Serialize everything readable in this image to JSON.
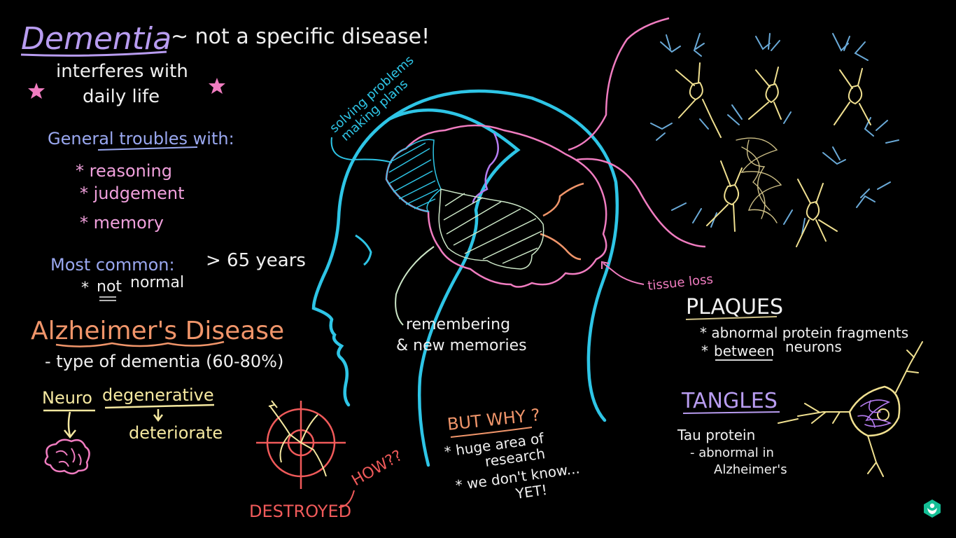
{
  "colors": {
    "lavender": "#b89cf0",
    "white": "#f0f0f0",
    "pink": "#f07cc0",
    "periwinkle": "#9aa8f0",
    "orange": "#f0956a",
    "yellow": "#f5e8a0",
    "cyan": "#2ec5e6",
    "mint": "#cde8c8",
    "red": "#f05a5a",
    "purple": "#b57cf0",
    "blue_dendrite": "#6aaad8",
    "neuron_yellow": "#f0e090",
    "ka_green": "#14bf96"
  },
  "left": {
    "dementia_title": "Dementia",
    "dementia_subtitle": "~ not a specific disease!",
    "interferes_line1": "interferes with",
    "interferes_line2": "daily life",
    "general_troubles": "General troubles with:",
    "troubles": [
      "* reasoning",
      "* judgement",
      "* memory"
    ],
    "most_common_label": "Most common:",
    "most_common_value": "> 65 years",
    "not_normal_star": "*",
    "not_normal_not": "not",
    "not_normal_rest": "normal",
    "alz_title": "Alzheimer's Disease",
    "alz_type": "- type of dementia (60-80%)",
    "neuro_word1": "Neuro",
    "neuro_word2": "degenerative",
    "deteriorate": "deteriorate"
  },
  "center": {
    "solving_line1": "solving problems",
    "solving_line2": "making plans",
    "remembering_line1": "remembering",
    "remembering_line2": "& new memories",
    "tissue_loss": "tissue loss",
    "but_why": "BUT WHY ?",
    "huge_line1": "* huge area of",
    "huge_line2": "research",
    "dont_know_line1": "* we don't know...",
    "dont_know_line2": "YET!",
    "how": "HOW??",
    "destroyed": "DESTROYED"
  },
  "right": {
    "plaques_title": "PLAQUES",
    "plaques_line1": "* abnormal protein fragments",
    "plaques_line2_star": "*",
    "plaques_line2_between": "between",
    "plaques_line2_rest": "neurons",
    "tangles_title": "TANGLES",
    "tau_line1": "Tau protein",
    "tau_line2": "- abnormal in",
    "tau_line3": "Alzheimer's"
  },
  "icons": {
    "star_icon": "star-icon",
    "brain_icon": "brain-icon",
    "target_icon": "target-icon",
    "logo_icon": "khan-academy-logo-icon"
  }
}
